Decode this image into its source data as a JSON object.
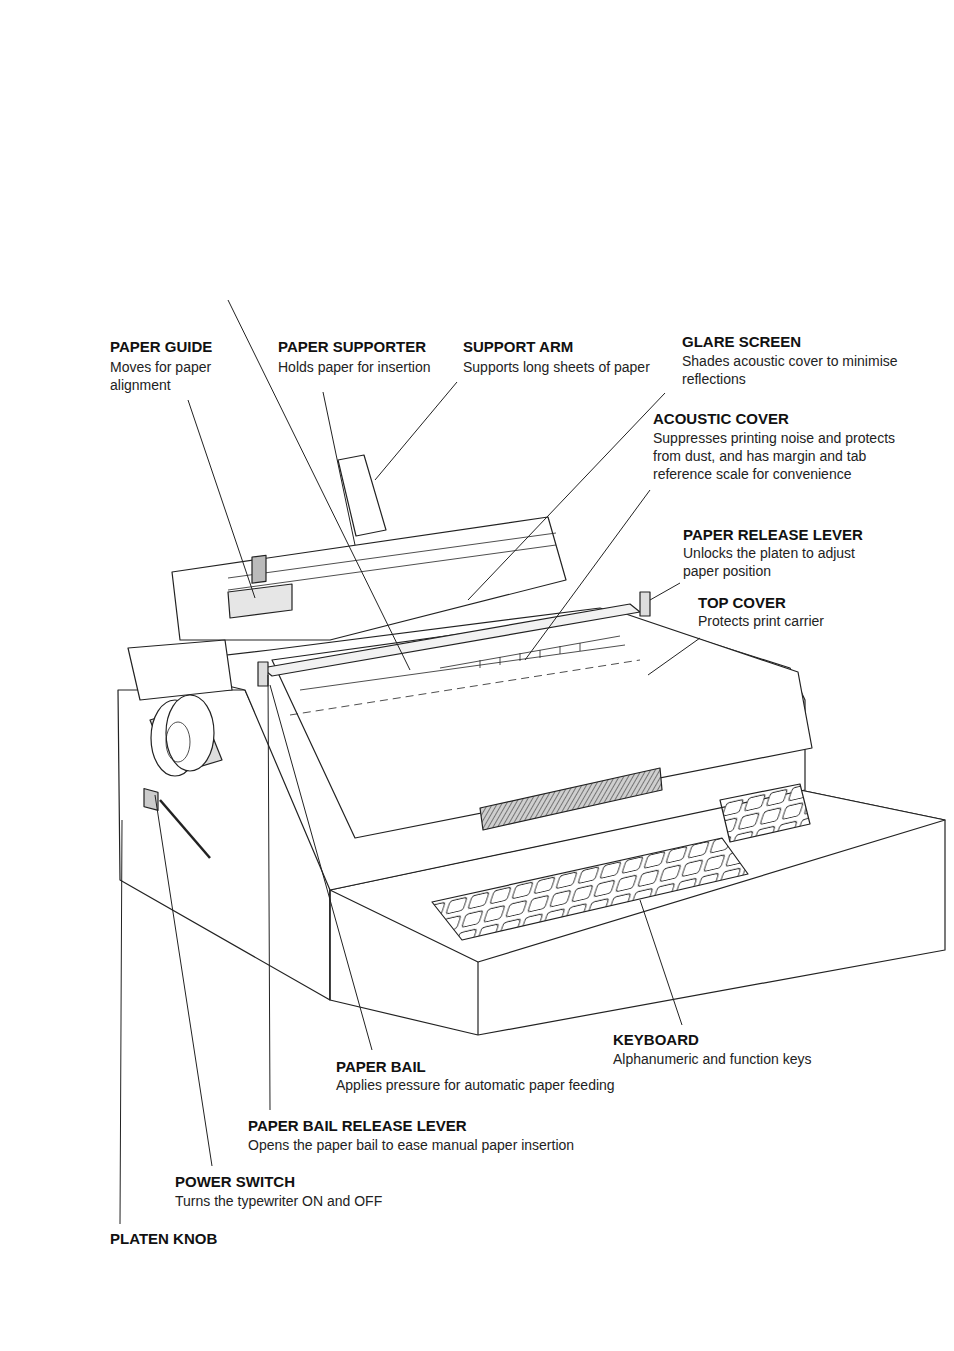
{
  "diagram": {
    "labels": [
      "PAPER GUIDE",
      "Moves for paper alignment",
      "PAPER SUPPORTER",
      "Holds paper for insertion",
      "SUPPORT ARM",
      "Supports long sheets of paper",
      "GLARE SCREEN",
      "Shades acoustic cover to minimise reflections",
      "ACOUSTIC COVER",
      "Suppresses printing noise and protects from dust, and has margin and tab reference scale for convenience",
      "PAPER RELEASE LEVER",
      "Unlocks the platen to adjust paper position",
      "TOP COVER",
      "Protects print carrier",
      "KEYBOARD",
      "Alphanumeric and function keys",
      "PAPER BAIL",
      "Applies pressure for automatic paper feeding",
      "PAPER BAIL RELEASE LEVER",
      "Opens the paper bail to ease manual paper insertion",
      "POWER SWITCH",
      "Turns the typewriter ON and OFF",
      "PLATEN KNOB"
    ]
  }
}
